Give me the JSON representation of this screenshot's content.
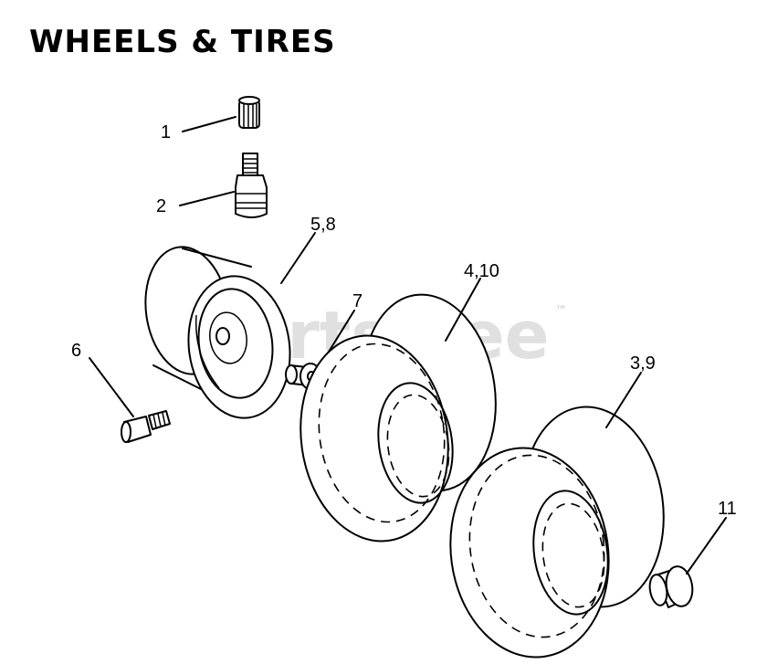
{
  "title": "WHEELS & TIRES",
  "watermark": {
    "text": "PartsTree",
    "mark": "™",
    "color": "#d6d6d6"
  },
  "callouts": [
    "1",
    "2",
    "5,8",
    "4,10",
    "7",
    "6",
    "3,9",
    "11"
  ],
  "parts": [
    {
      "name": "valve-cap",
      "callout": "1"
    },
    {
      "name": "valve-stem",
      "callout": "2"
    },
    {
      "name": "rim",
      "callout": "5,8"
    },
    {
      "name": "tire-front",
      "callout": "4,10"
    },
    {
      "name": "bushing",
      "callout": "7"
    },
    {
      "name": "grease-fitting",
      "callout": "6"
    },
    {
      "name": "tire-rear",
      "callout": "3,9"
    },
    {
      "name": "cap",
      "callout": "11"
    }
  ]
}
